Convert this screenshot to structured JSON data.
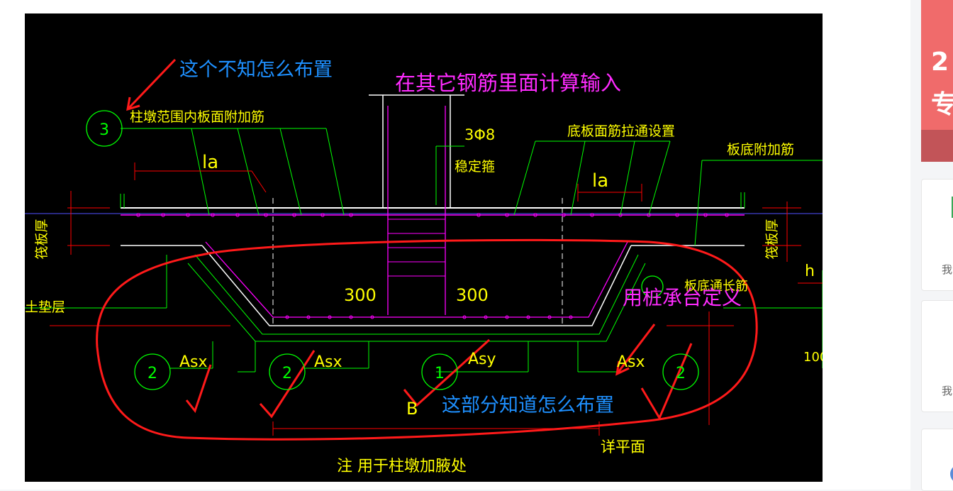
{
  "image": {
    "alt": "",
    "annotations": {
      "unknown_layout": "这个不知怎么布置",
      "other_rebar_input": "在其它钢筋里面计算输入",
      "pile_cap_define": "用桩承台定义",
      "known_layout": "这部分知道怎么布置"
    },
    "drawing_labels": {
      "pier_top_additional_bar": "柱墩范围内板面附加筋",
      "bottom_slab_top_bar": "底板面筋拉通设置",
      "bottom_additional_bar": "板底附加筋",
      "stirrup_count": "3Φ8",
      "stability_stirrup": "稳定箍",
      "la_left": "la",
      "la_right": "la",
      "raft_thickness_left": "筏板厚",
      "raft_thickness_right": "筏板厚",
      "cushion_layer": "土垫层",
      "dim_left": "300",
      "dim_right": "300",
      "asx_1": "Asx",
      "asx_2": "Asx",
      "asy": "Asy",
      "asx_3": "Asx",
      "circle_3": "3",
      "circle_2a": "2",
      "circle_2b": "2",
      "circle_1": "1",
      "circle_2c": "2",
      "b_label": "B",
      "detail_plan": "详平面",
      "note": "注 用于柱墩加腋处",
      "bottom_slab_partial": "板底通长筋",
      "h_label": "h",
      "dim_100": "100"
    },
    "colors": {
      "background": "#000000",
      "cad_green": "#00ff00",
      "cad_yellow": "#ffff00",
      "cad_magenta": "#ff00ff",
      "cad_white": "#ffffff",
      "cad_red": "#ff0000",
      "annotation_blue": "#1e90ff",
      "annotation_magenta": "#ff2bff",
      "annotation_red": "#ff1a1a"
    }
  },
  "sidebar": {
    "banner_chars": [
      "2",
      "专"
    ],
    "card_texts": [
      "我",
      "我"
    ]
  }
}
